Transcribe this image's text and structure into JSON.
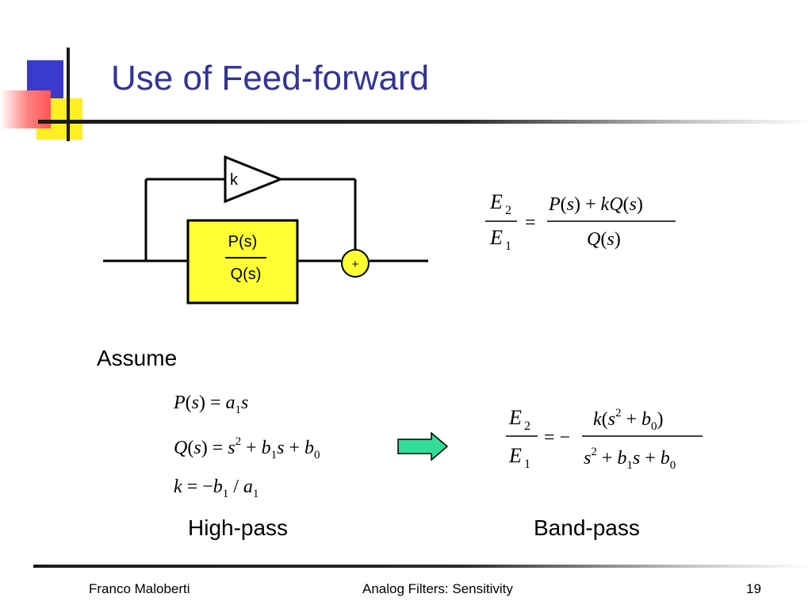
{
  "slide": {
    "title": "Use of Feed-forward",
    "assume_label": "Assume",
    "highpass_label": "High-pass",
    "bandpass_label": "Band-pass"
  },
  "diagram": {
    "gain_label": "k",
    "block_numerator": "P(s)",
    "block_denominator": "Q(s)",
    "summer_symbol": "+"
  },
  "footer": {
    "author": "Franco Maloberti",
    "course": "Analog Filters: Sensitivity",
    "page": "19"
  },
  "colors": {
    "title": "#333399",
    "block_fill": "#ffff33",
    "summer_fill": "#ffff33",
    "arrow_fill": "#33dd99"
  },
  "equations": {
    "transfer_general": "E2/E1 = (P(s) + kQ(s)) / Q(s)",
    "p_def": "P(s) = a1 s",
    "q_def": "Q(s) = s^2 + b1 s + b0",
    "k_def": "k = -b1 / a1",
    "transfer_result": "E2/E1 = - k(s^2 + b0) / (s^2 + b1 s + b0)"
  }
}
